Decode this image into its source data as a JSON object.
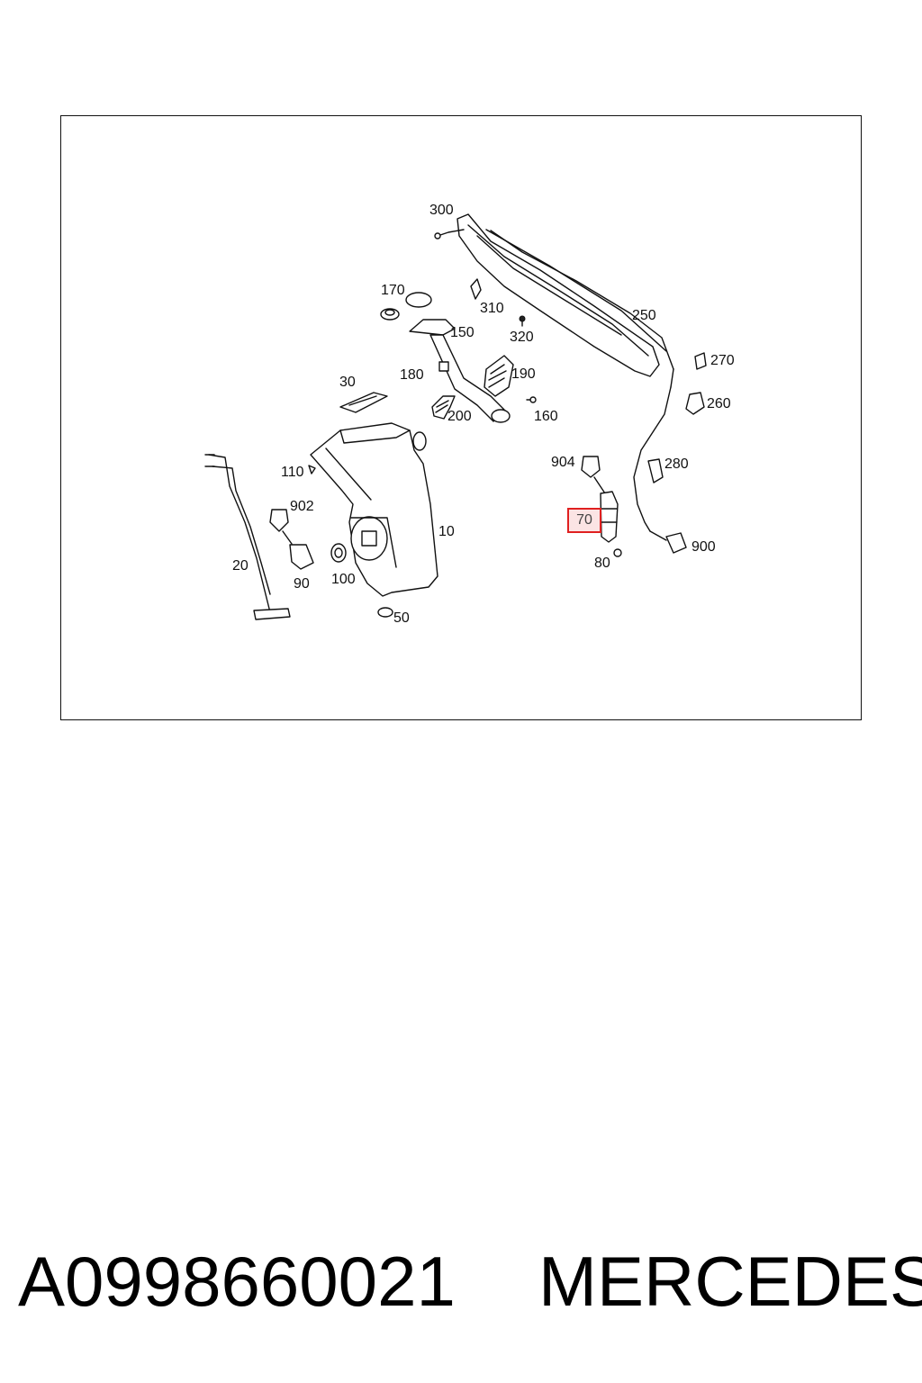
{
  "diagram": {
    "callouts": {
      "c300": "300",
      "c170": "170",
      "c310": "310",
      "c250": "250",
      "c150": "150",
      "c320": "320",
      "c270": "270",
      "c180": "180",
      "c190": "190",
      "c30": "30",
      "c260": "260",
      "c200": "200",
      "c160": "160",
      "c904": "904",
      "c280": "280",
      "c110": "110",
      "c902": "902",
      "c10": "10",
      "c70": "70",
      "c900": "900",
      "c20": "20",
      "c80": "80",
      "c90": "90",
      "c100": "100",
      "c50": "50"
    },
    "highlight_color": "#e02020",
    "highlighted_callout": "70"
  },
  "caption": {
    "part_number": "A0998660021",
    "brand": "MERCEDES"
  }
}
